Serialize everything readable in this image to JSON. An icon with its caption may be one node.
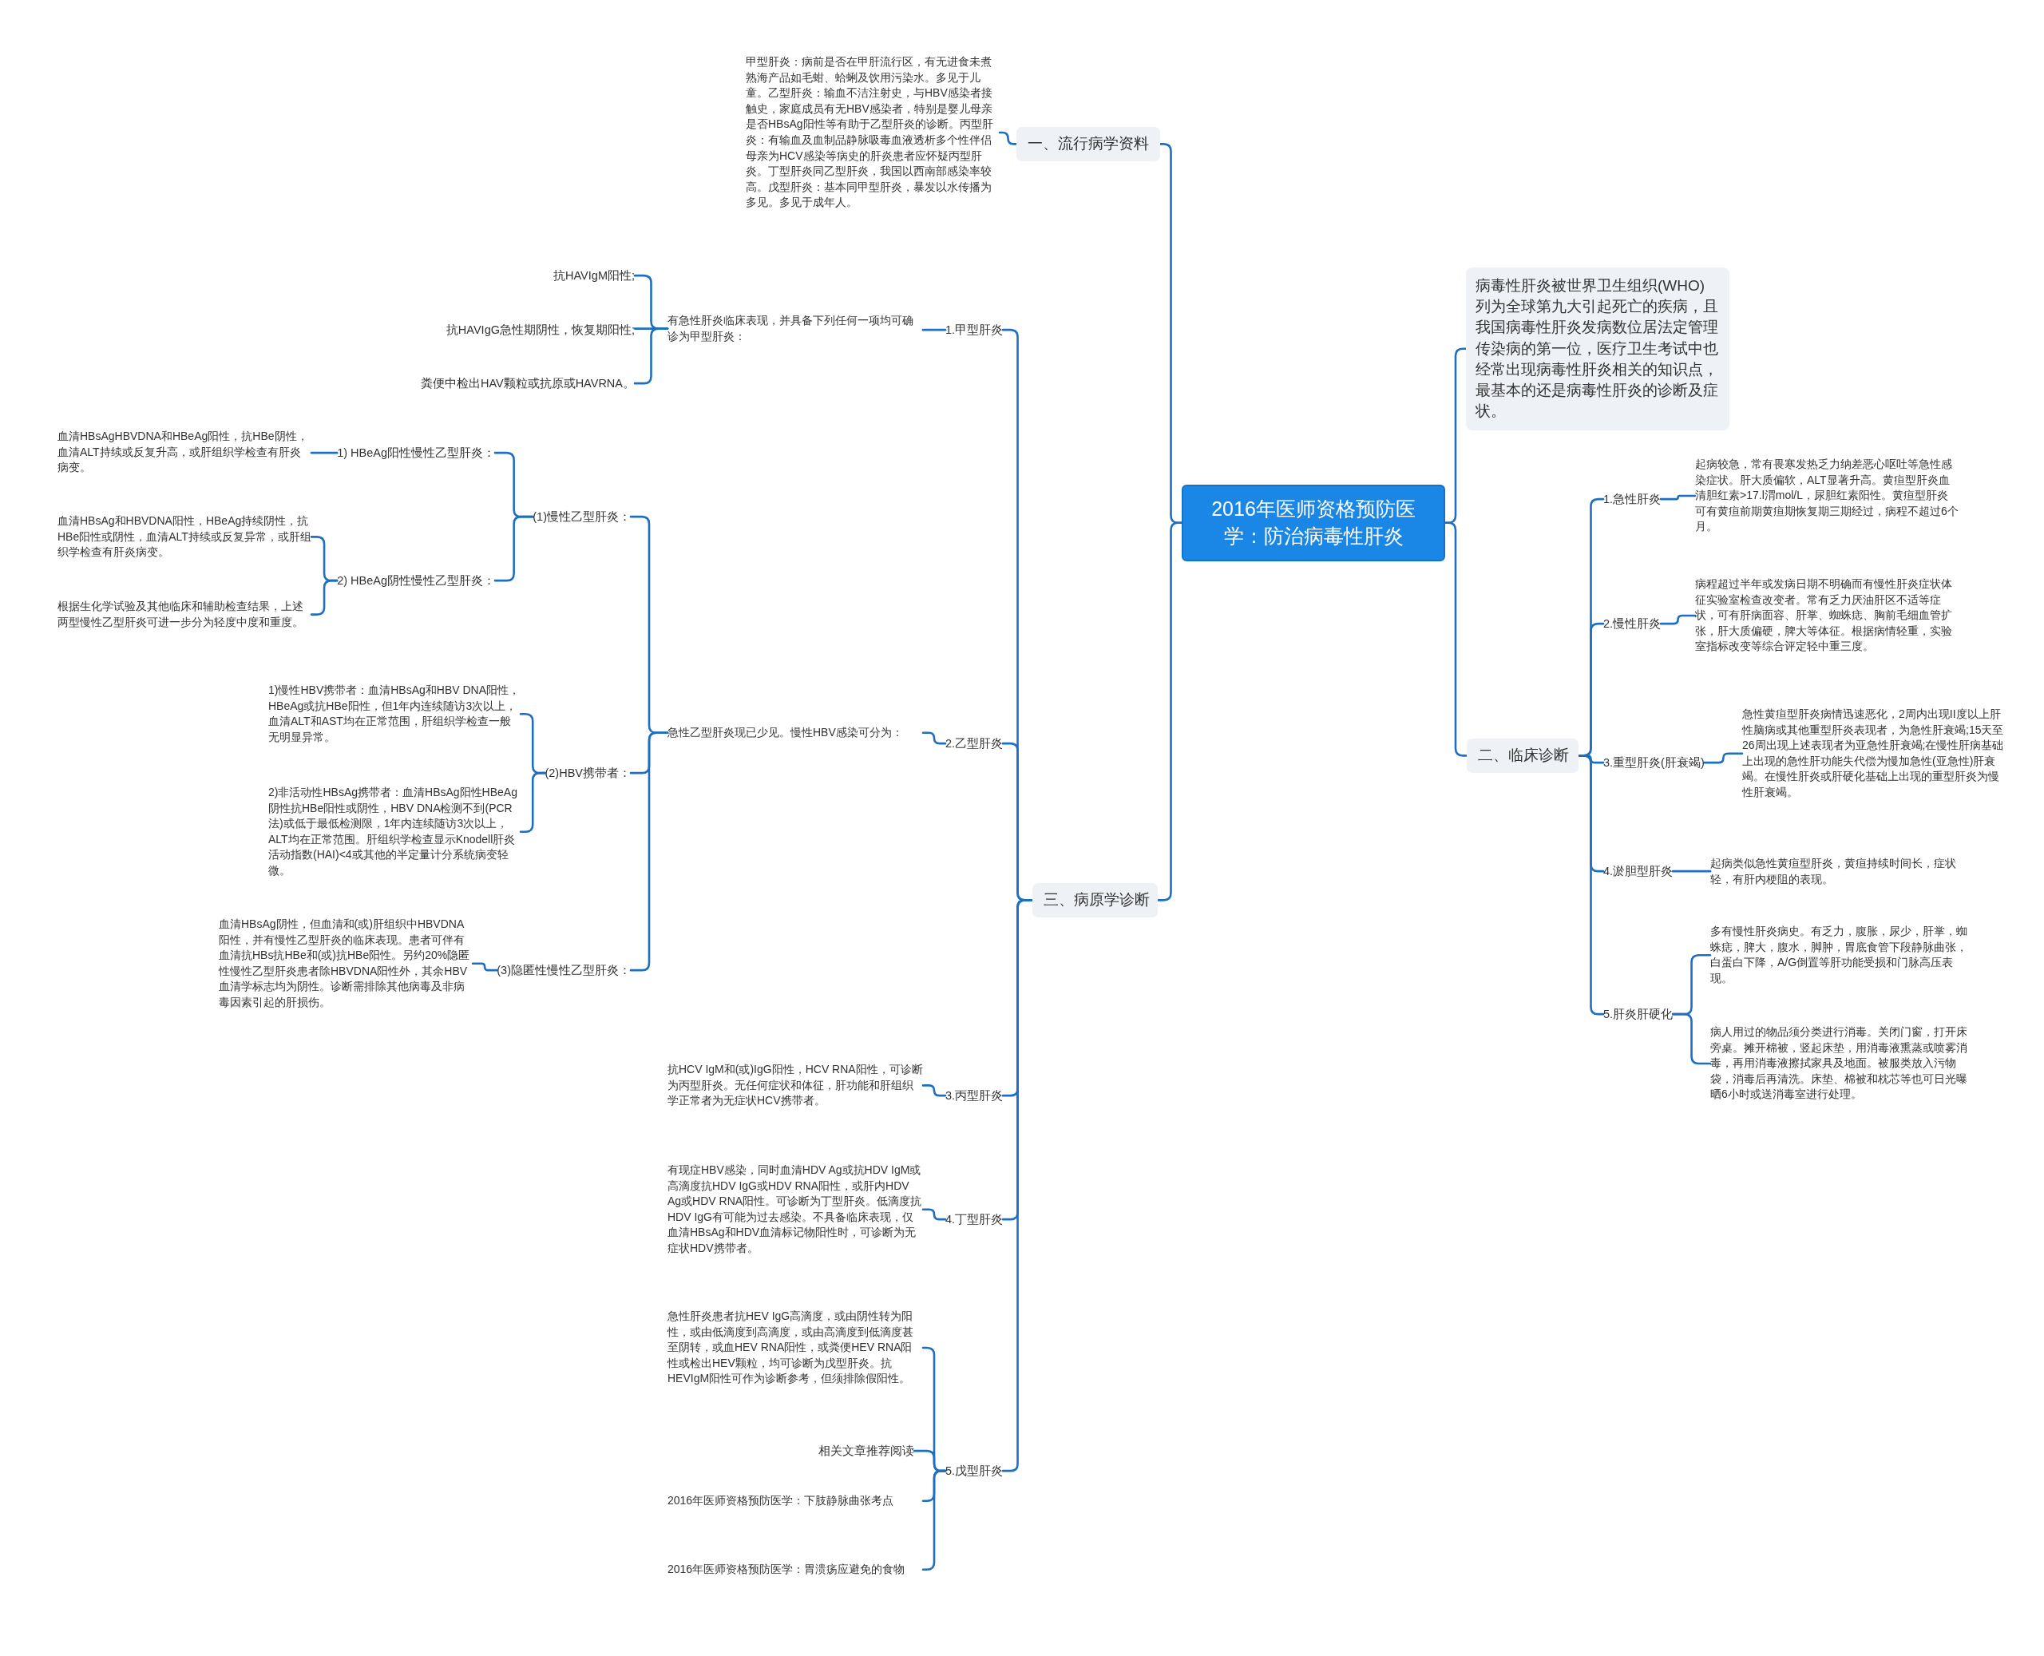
{
  "diagram": {
    "nodes": [
      {
        "text": [
          "2016年医师资格预防医学：防治病毒性肝炎"
        ]
      },
      {
        "text": [
          "病毒性肝炎被世界卫生组织(WHO)列为全球第九大引起死亡的疾病，且我国病毒性肝炎发病数位居法定管理传染病的第一位，医疗卫生考试中也经常出现病毒性肝炎相关的知识点，最基本的还是病毒性肝炎的诊断及症状。"
        ]
      },
      {
        "text": [
          "一、流行病学资料"
        ]
      },
      {
        "text": [
          "甲型肝炎：病前是否在甲肝流行区，有无进食未煮熟海产品如毛蚶、蛤蜊及饮用污染水。多见于儿童。乙型肝炎：输血不洁注射史，与HBV感染者接触史，家庭成员有无HBV感染者，特别是婴儿母亲是否HBsAg阳性等有助于乙型肝炎的诊断。丙型肝炎：有输血及血制品静脉吸毒血液透析多个性伴侣母亲为HCV感染等病史的肝炎患者应怀疑丙型肝炎。丁型肝炎同乙型肝炎，我国以西南部感染率较高。戊型肝炎：基本同甲型肝炎，暴发以水传播为多见。多见于成年人。"
        ]
      },
      {
        "text": [
          "三、病原学诊断"
        ]
      },
      {
        "text": [
          "1.甲型肝炎"
        ]
      },
      {
        "text": [
          "有急性肝炎临床表现，并具备下列任何一项均可确诊为甲型肝炎："
        ]
      },
      {
        "text": [
          "抗HAVIgM阳性;"
        ]
      },
      {
        "text": [
          "抗HAVIgG急性期阴性，恢复期阳性;"
        ]
      },
      {
        "text": [
          "粪便中检出HAV颗粒或抗原或HAVRNA。"
        ]
      },
      {
        "text": [
          "2.乙型肝炎"
        ]
      },
      {
        "text": [
          "急性乙型肝炎现已少见。慢性HBV感染可分为："
        ]
      },
      {
        "text": [
          "(1)慢性乙型肝炎："
        ]
      },
      {
        "text": [
          "1) HBeAg阳性慢性乙型肝炎："
        ]
      },
      {
        "text": [
          "血清HBsAgHBVDNA和HBeAg阳性，抗HBe阴性，血清ALT持续或反复升高，或肝组织学检查有肝炎病变。"
        ]
      },
      {
        "text": [
          "2) HBeAg阴性慢性乙型肝炎："
        ]
      },
      {
        "text": [
          "血清HBsAg和HBVDNA阳性，HBeAg持续阴性，抗HBe阳性或阴性，血清ALT持续或反复异常，或肝组织学检查有肝炎病变。"
        ]
      },
      {
        "text": [
          "根据生化学试验及其他临床和辅助检查结果，上述两型慢性乙型肝炎可进一步分为轻度中度和重度。"
        ]
      },
      {
        "text": [
          "(2)HBV携带者："
        ]
      },
      {
        "text": [
          "1)慢性HBV携带者：血清HBsAg和HBV DNA阳性，HBeAg或抗HBe阳性，但1年内连续随访3次以上，血清ALT和AST均在正常范围，肝组织学检查一般无明显异常。"
        ]
      },
      {
        "text": [
          "2)非活动性HBsAg携带者：血清HBsAg阳性HBeAg阴性抗HBe阳性或阴性，HBV DNA检测不到(PCR法)或低于最低检测限，1年内连续随访3次以上，ALT均在正常范围。肝组织学检查显示Knodell肝炎活动指数(HAI)<4或其他的半定量计分系统病变轻微。"
        ]
      },
      {
        "text": [
          "(3)隐匿性慢性乙型肝炎："
        ]
      },
      {
        "text": [
          "血清HBsAg阴性，但血清和(或)肝组织中HBVDNA阳性，并有慢性乙型肝炎的临床表现。患者可伴有血清抗HBs抗HBe和(或)抗HBe阳性。另约20%隐匿性慢性乙型肝炎患者除HBVDNA阳性外，其余HBV血清学标志均为阴性。诊断需排除其他病毒及非病毒因素引起的肝损伤。"
        ]
      },
      {
        "text": [
          "3.丙型肝炎"
        ]
      },
      {
        "text": [
          "抗HCV IgM和(或)IgG阳性，HCV RNA阳性，可诊断为丙型肝炎。无任何症状和体征，肝功能和肝组织学正常者为无症状HCV携带者。"
        ]
      },
      {
        "text": [
          "4.丁型肝炎"
        ]
      },
      {
        "text": [
          "有现症HBV感染，同时血清HDV Ag或抗HDV IgM或高滴度抗HDV IgG或HDV RNA阳性，或肝内HDV Ag或HDV RNA阳性。可诊断为丁型肝炎。低滴度抗HDV IgG有可能为过去感染。不具备临床表现，仅血清HBsAg和HDV血清标记物阳性时，可诊断为无症状HDV携带者。"
        ]
      },
      {
        "text": [
          "5.戊型肝炎"
        ]
      },
      {
        "text": [
          "急性肝炎患者抗HEV IgG高滴度，或由阴性转为阳性，或由低滴度到高滴度，或由高滴度到低滴度甚至阴转，或血HEV RNA阳性，或粪便HEV RNA阳性或检出HEV颗粒，均可诊断为戊型肝炎。抗HEVIgM阳性可作为诊断参考，但须排除假阳性。"
        ]
      },
      {
        "text": [
          "相关文章推荐阅读"
        ]
      },
      {
        "text": [
          "2016年医师资格预防医学：下肢静脉曲张考点"
        ]
      },
      {
        "text": [
          "2016年医师资格预防医学：胃溃疡应避免的食物"
        ]
      },
      {
        "text": [
          "二、临床诊断"
        ]
      },
      {
        "text": [
          "1.急性肝炎"
        ]
      },
      {
        "text": [
          "起病较急，常有畏寒发热乏力纳差恶心呕吐等急性感染症状。肝大质偏软，ALT显著升高。黄疸型肝炎血清胆红素>17.l渭mol/L，尿胆红素阳性。黄疸型肝炎可有黄疸前期黄疸期恢复期三期经过，病程不超过6个月。"
        ]
      },
      {
        "text": [
          "2.慢性肝炎"
        ]
      },
      {
        "text": [
          "病程超过半年或发病日期不明确而有慢性肝炎症状体征实验室检查改变者。常有乏力厌油肝区不适等症状，可有肝病面容、肝掌、蜘蛛痣、胸前毛细血管扩张，肝大质偏硬，脾大等体征。根据病情轻重，实验室指标改变等综合评定轻中重三度。"
        ]
      },
      {
        "text": [
          "3.重型肝炎(肝衰竭)"
        ]
      },
      {
        "text": [
          "急性黄疸型肝炎病情迅速恶化，2周内出现II度以上肝性脑病或其他重型肝炎表现者，为急性肝衰竭;15天至26周出现上述表现者为亚急性肝衰竭;在慢性肝病基础上出现的急性肝功能失代偿为慢加急性(亚急性)肝衰竭。在慢性肝炎或肝硬化基础上出现的重型肝炎为慢性肝衰竭。"
        ]
      },
      {
        "text": [
          "4.淤胆型肝炎"
        ]
      },
      {
        "text": [
          "起病类似急性黄疸型肝炎，黄疸持续时间长，症状轻，有肝内梗阻的表现。"
        ]
      },
      {
        "text": [
          "5.肝炎肝硬化"
        ]
      },
      {
        "text": [
          "多有慢性肝炎病史。有乏力，腹胀，尿少，肝掌，蜘蛛痣，脾大，腹水，脚肿，胃底食管下段静脉曲张，白蛋白下降，A/G倒置等肝功能受损和门脉高压表现。"
        ]
      },
      {
        "text": [
          "病人用过的物品须分类进行消毒。关闭门窗，打开床旁桌。摊开棉被，竖起床垫，用消毒液熏蒸或喷雾消毒，再用消毒液擦拭家具及地面。被服类放入污物袋，消毒后再清洗。床垫、棉被和枕芯等也可日光曝晒6小时或送消毒室进行处理。"
        ]
      }
    ],
    "edges": [
      {
        "from": 0,
        "to": 1,
        "arrow": "none"
      },
      {
        "from": 0,
        "to": 2,
        "arrow": "none"
      },
      {
        "from": 0,
        "to": 4,
        "arrow": "none"
      },
      {
        "from": 0,
        "to": 32,
        "arrow": "none"
      },
      {
        "from": 2,
        "to": 3,
        "arrow": "none"
      },
      {
        "from": 4,
        "to": 5,
        "arrow": "none"
      },
      {
        "from": 4,
        "to": 10,
        "arrow": "none"
      },
      {
        "from": 4,
        "to": 23,
        "arrow": "none"
      },
      {
        "from": 4,
        "to": 25,
        "arrow": "none"
      },
      {
        "from": 4,
        "to": 27,
        "arrow": "none"
      },
      {
        "from": 5,
        "to": 6,
        "arrow": "none"
      },
      {
        "from": 6,
        "to": 7,
        "arrow": "none"
      },
      {
        "from": 6,
        "to": 8,
        "arrow": "none"
      },
      {
        "from": 6,
        "to": 9,
        "arrow": "none"
      },
      {
        "from": 10,
        "to": 11,
        "arrow": "none"
      },
      {
        "from": 11,
        "to": 12,
        "arrow": "none"
      },
      {
        "from": 11,
        "to": 18,
        "arrow": "none"
      },
      {
        "from": 11,
        "to": 21,
        "arrow": "none"
      },
      {
        "from": 12,
        "to": 13,
        "arrow": "none"
      },
      {
        "from": 12,
        "to": 15,
        "arrow": "none"
      },
      {
        "from": 13,
        "to": 14,
        "arrow": "none"
      },
      {
        "from": 15,
        "to": 16,
        "arrow": "none"
      },
      {
        "from": 15,
        "to": 17,
        "arrow": "none"
      },
      {
        "from": 18,
        "to": 19,
        "arrow": "none"
      },
      {
        "from": 18,
        "to": 20,
        "arrow": "none"
      },
      {
        "from": 21,
        "to": 22,
        "arrow": "none"
      },
      {
        "from": 23,
        "to": 24,
        "arrow": "none"
      },
      {
        "from": 25,
        "to": 26,
        "arrow": "none"
      },
      {
        "from": 27,
        "to": 28,
        "arrow": "none"
      },
      {
        "from": 27,
        "to": 29,
        "arrow": "none"
      },
      {
        "from": 27,
        "to": 30,
        "arrow": "none"
      },
      {
        "from": 27,
        "to": 31,
        "arrow": "none"
      },
      {
        "from": 32,
        "to": 33,
        "arrow": "none"
      },
      {
        "from": 32,
        "to": 35,
        "arrow": "none"
      },
      {
        "from": 32,
        "to": 37,
        "arrow": "none"
      },
      {
        "from": 32,
        "to": 39,
        "arrow": "none"
      },
      {
        "from": 32,
        "to": 41,
        "arrow": "none"
      },
      {
        "from": 33,
        "to": 34,
        "arrow": "none"
      },
      {
        "from": 35,
        "to": 36,
        "arrow": "none"
      },
      {
        "from": 37,
        "to": 38,
        "arrow": "none"
      },
      {
        "from": 39,
        "to": 40,
        "arrow": "none"
      },
      {
        "from": 41,
        "to": 42,
        "arrow": "none"
      },
      {
        "from": 41,
        "to": 43,
        "arrow": "none"
      }
    ]
  }
}
